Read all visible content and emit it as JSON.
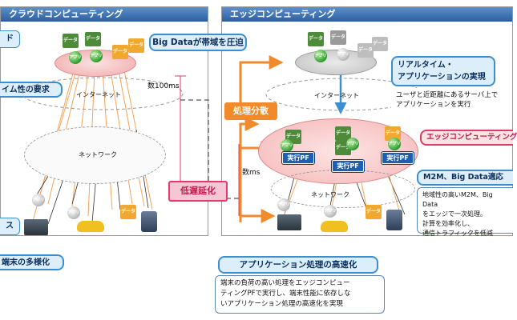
{
  "left_panel": {
    "title": "クラウドコンピューティング",
    "callout_bigdata": "Big Dataが帯域を圧迫",
    "label_internet": "インターネット",
    "label_network": "ネットワーク",
    "label_latency": "数100ms",
    "label_realtime_requirement": "イム性の要求",
    "label_terminal_diversity": "端末の多様化",
    "side_label_top": "ド",
    "side_label_bottom": "ス"
  },
  "right_panel": {
    "title": "エッジコンピューティング",
    "callout_realtime": "リアルタイム・\nアプリケーションの実現",
    "text_realtime": "ユーザと近距離にあるサーバ上で\nアプリケーションを実行",
    "label_internet": "インターネット",
    "label_network": "ネットワーク",
    "label_latency": "数ms",
    "edge_pf_label": "実行PF",
    "callout_edge": "エッジコンピューティング",
    "callout_m2m": "M2M、Big Data適応",
    "text_m2m": "地域性の高いM2M、Big Data\nをエッジで一次処理。\n計算を効率化し、\n通信トラフィックを低減",
    "callout_speedup": "アプリケーション処理の高速化",
    "text_speedup": "端末の負荷の高い処理をエッジコンピュー\nティングPFで実行し、端末性能に依存しな\nいアプリケーション処理の高速化を実現"
  },
  "center": {
    "label_distribution": "処理分散",
    "label_low_latency": "低遅延化"
  },
  "icons": {
    "app": "アプリ",
    "data": "データ"
  },
  "colors": {
    "panel_header": "#2c5fa0",
    "orange_arrow": "#f08a2a",
    "pink": "#f7c6c6",
    "blue_accent": "#3b8fd1"
  }
}
